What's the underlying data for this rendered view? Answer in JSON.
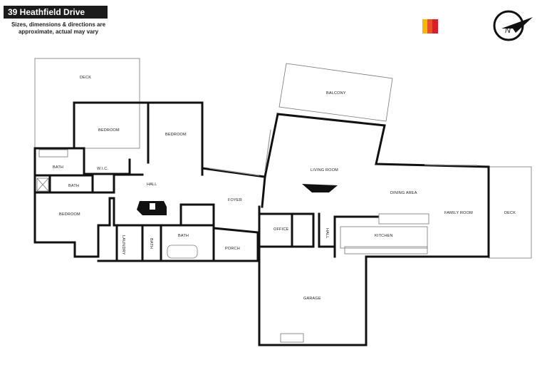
{
  "header": {
    "address": "39 Heathfield Drive",
    "disclaimer": "Sizes, dimensions & directions are approximate, actual may vary"
  },
  "brand": {
    "colors": [
      "#f5b800",
      "#e8502a",
      "#d91e2a"
    ]
  },
  "compass": {
    "icon": "north-arrow-icon",
    "letter": "N"
  },
  "rooms": {
    "deck_left": "DECK",
    "bedroom_1": "BEDROOM",
    "bedroom_2": "BEDROOM",
    "bath_ensuite": "BATH",
    "wic": "W.I.C.",
    "bath_small": "BATH",
    "hall": "HALL",
    "bedroom_3": "BEDROOM",
    "laundry": "LAUNDRY",
    "bath_wc": "BATH",
    "bath_main": "BATH",
    "foyer": "FOYER",
    "porch": "PORCH",
    "balcony": "BALCONY",
    "living_room": "LIVING ROOM",
    "dining_area": "DINING AREA",
    "family_room": "FAMILY ROOM",
    "deck_right": "DECK",
    "office": "OFFICE",
    "hall_small": "HALL",
    "kitchen": "KITCHEN",
    "garage": "GARAGE"
  }
}
